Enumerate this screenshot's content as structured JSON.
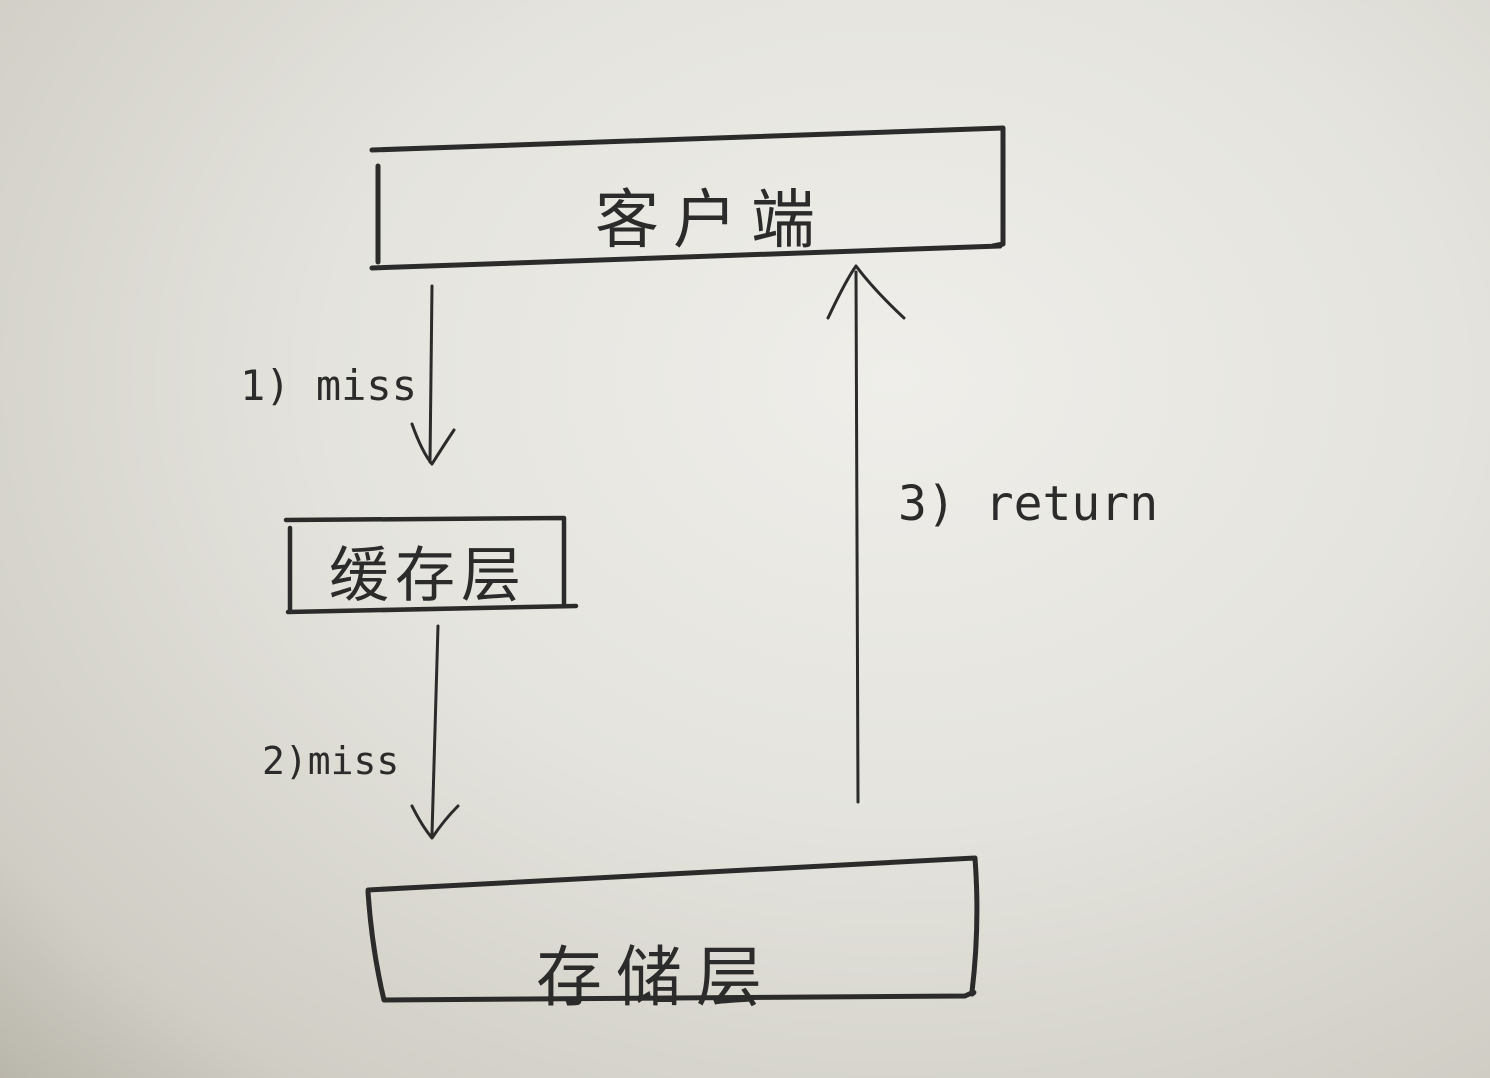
{
  "nodes": {
    "client": {
      "label": "客户端"
    },
    "cache": {
      "label": "缓存层"
    },
    "storage": {
      "label": "存储层"
    }
  },
  "edges": [
    {
      "from": "client",
      "to": "cache",
      "label": "1) miss"
    },
    {
      "from": "cache",
      "to": "storage",
      "label": "2)miss"
    },
    {
      "from": "storage",
      "to": "client",
      "label": "3) return"
    }
  ],
  "colors": {
    "ink": "#2b2b2b",
    "paper": "#e6e5e0"
  }
}
